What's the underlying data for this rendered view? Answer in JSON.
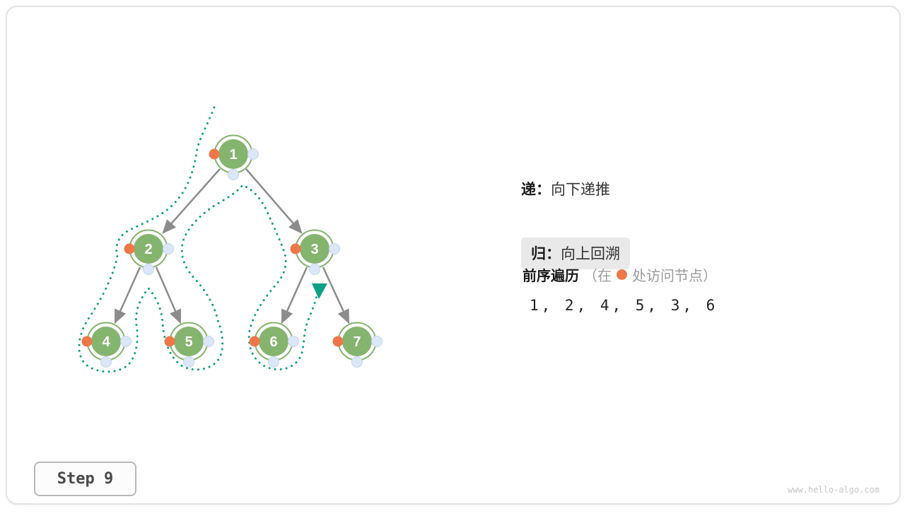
{
  "tree": {
    "nodes": [
      {
        "id": 1,
        "label": "1"
      },
      {
        "id": 2,
        "label": "2"
      },
      {
        "id": 3,
        "label": "3"
      },
      {
        "id": 4,
        "label": "4"
      },
      {
        "id": 5,
        "label": "5"
      },
      {
        "id": 6,
        "label": "6"
      },
      {
        "id": 7,
        "label": "7"
      }
    ],
    "edges": [
      [
        1,
        2
      ],
      [
        1,
        3
      ],
      [
        2,
        4
      ],
      [
        2,
        5
      ],
      [
        3,
        6
      ],
      [
        3,
        7
      ]
    ]
  },
  "legend": {
    "di_term": "递：",
    "di_desc": "向下递推",
    "gui_term": "归：",
    "gui_desc": "向上回溯",
    "traversal_title": "前序遍历",
    "traversal_note_prefix": "（在",
    "traversal_note_suffix": "处访问节点）",
    "sequence": "1, 2, 4, 5, 3, 6"
  },
  "step": {
    "label": "Step 9"
  },
  "footer": {
    "watermark": "www.hello-algo.com"
  },
  "colors": {
    "node_green": "#85b46e",
    "visit_orange": "#ee7749",
    "slot_blue": "#dbe7f8",
    "trace_teal": "#0ba183",
    "edge_gray": "#8c8c8c"
  }
}
